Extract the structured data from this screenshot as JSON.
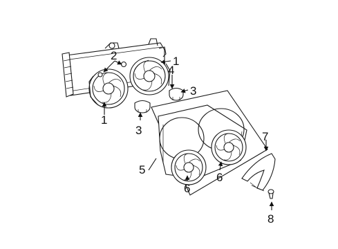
{
  "callouts": {
    "c1a": "1",
    "c1b": "1",
    "c2": "2",
    "c3a": "3",
    "c3b": "3",
    "c4": "4",
    "c5": "5",
    "c6a": "6",
    "c6b": "6",
    "c7": "7",
    "c8": "8"
  },
  "colors": {
    "line": "#1a1a1a",
    "background": "#ffffff"
  }
}
